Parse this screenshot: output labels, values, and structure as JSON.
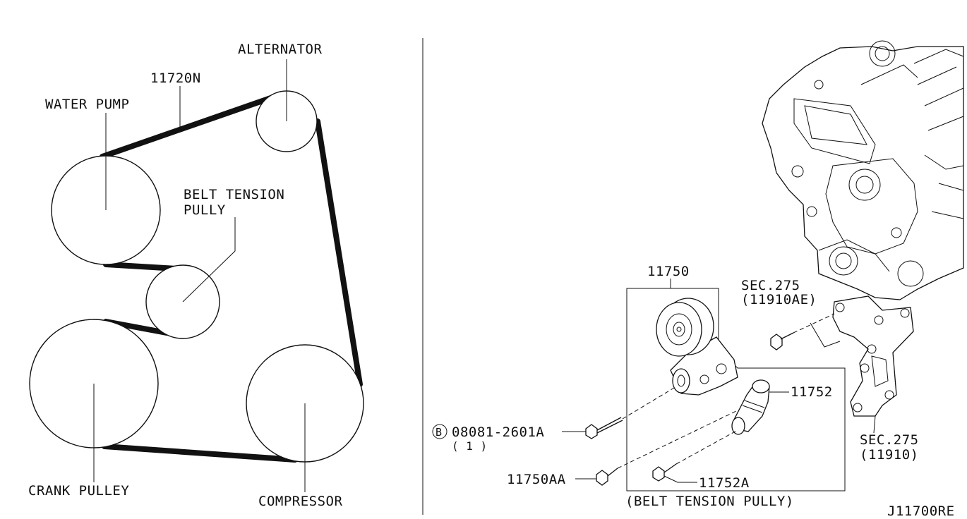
{
  "belt_diagram": {
    "labels": {
      "alternator": "ALTERNATOR",
      "belt": "11720N",
      "water_pump": "WATER PUMP",
      "tension_pulley_line1": "BELT TENSION",
      "tension_pulley_line2": "PULLY",
      "crank_pulley": "CRANK PULLEY",
      "compressor": "COMPRESSOR"
    }
  },
  "parts_diagram": {
    "labels": {
      "assembly": "11750",
      "sec_275_top": "SEC.275",
      "sec_275_top_ref": "(11910AE)",
      "tensioner": "11752",
      "bolt_circle_letter": "B",
      "bolt": "08081-2601A",
      "bolt_qty": "( 1 )",
      "bolt_aa": "11750AA",
      "bolt_752a": "11752A",
      "sec_275_bottom": "SEC.275",
      "sec_275_bottom_ref": "(11910)",
      "caption": "(BELT TENSION PULLY)",
      "diagram_id": "J11700RE"
    }
  }
}
